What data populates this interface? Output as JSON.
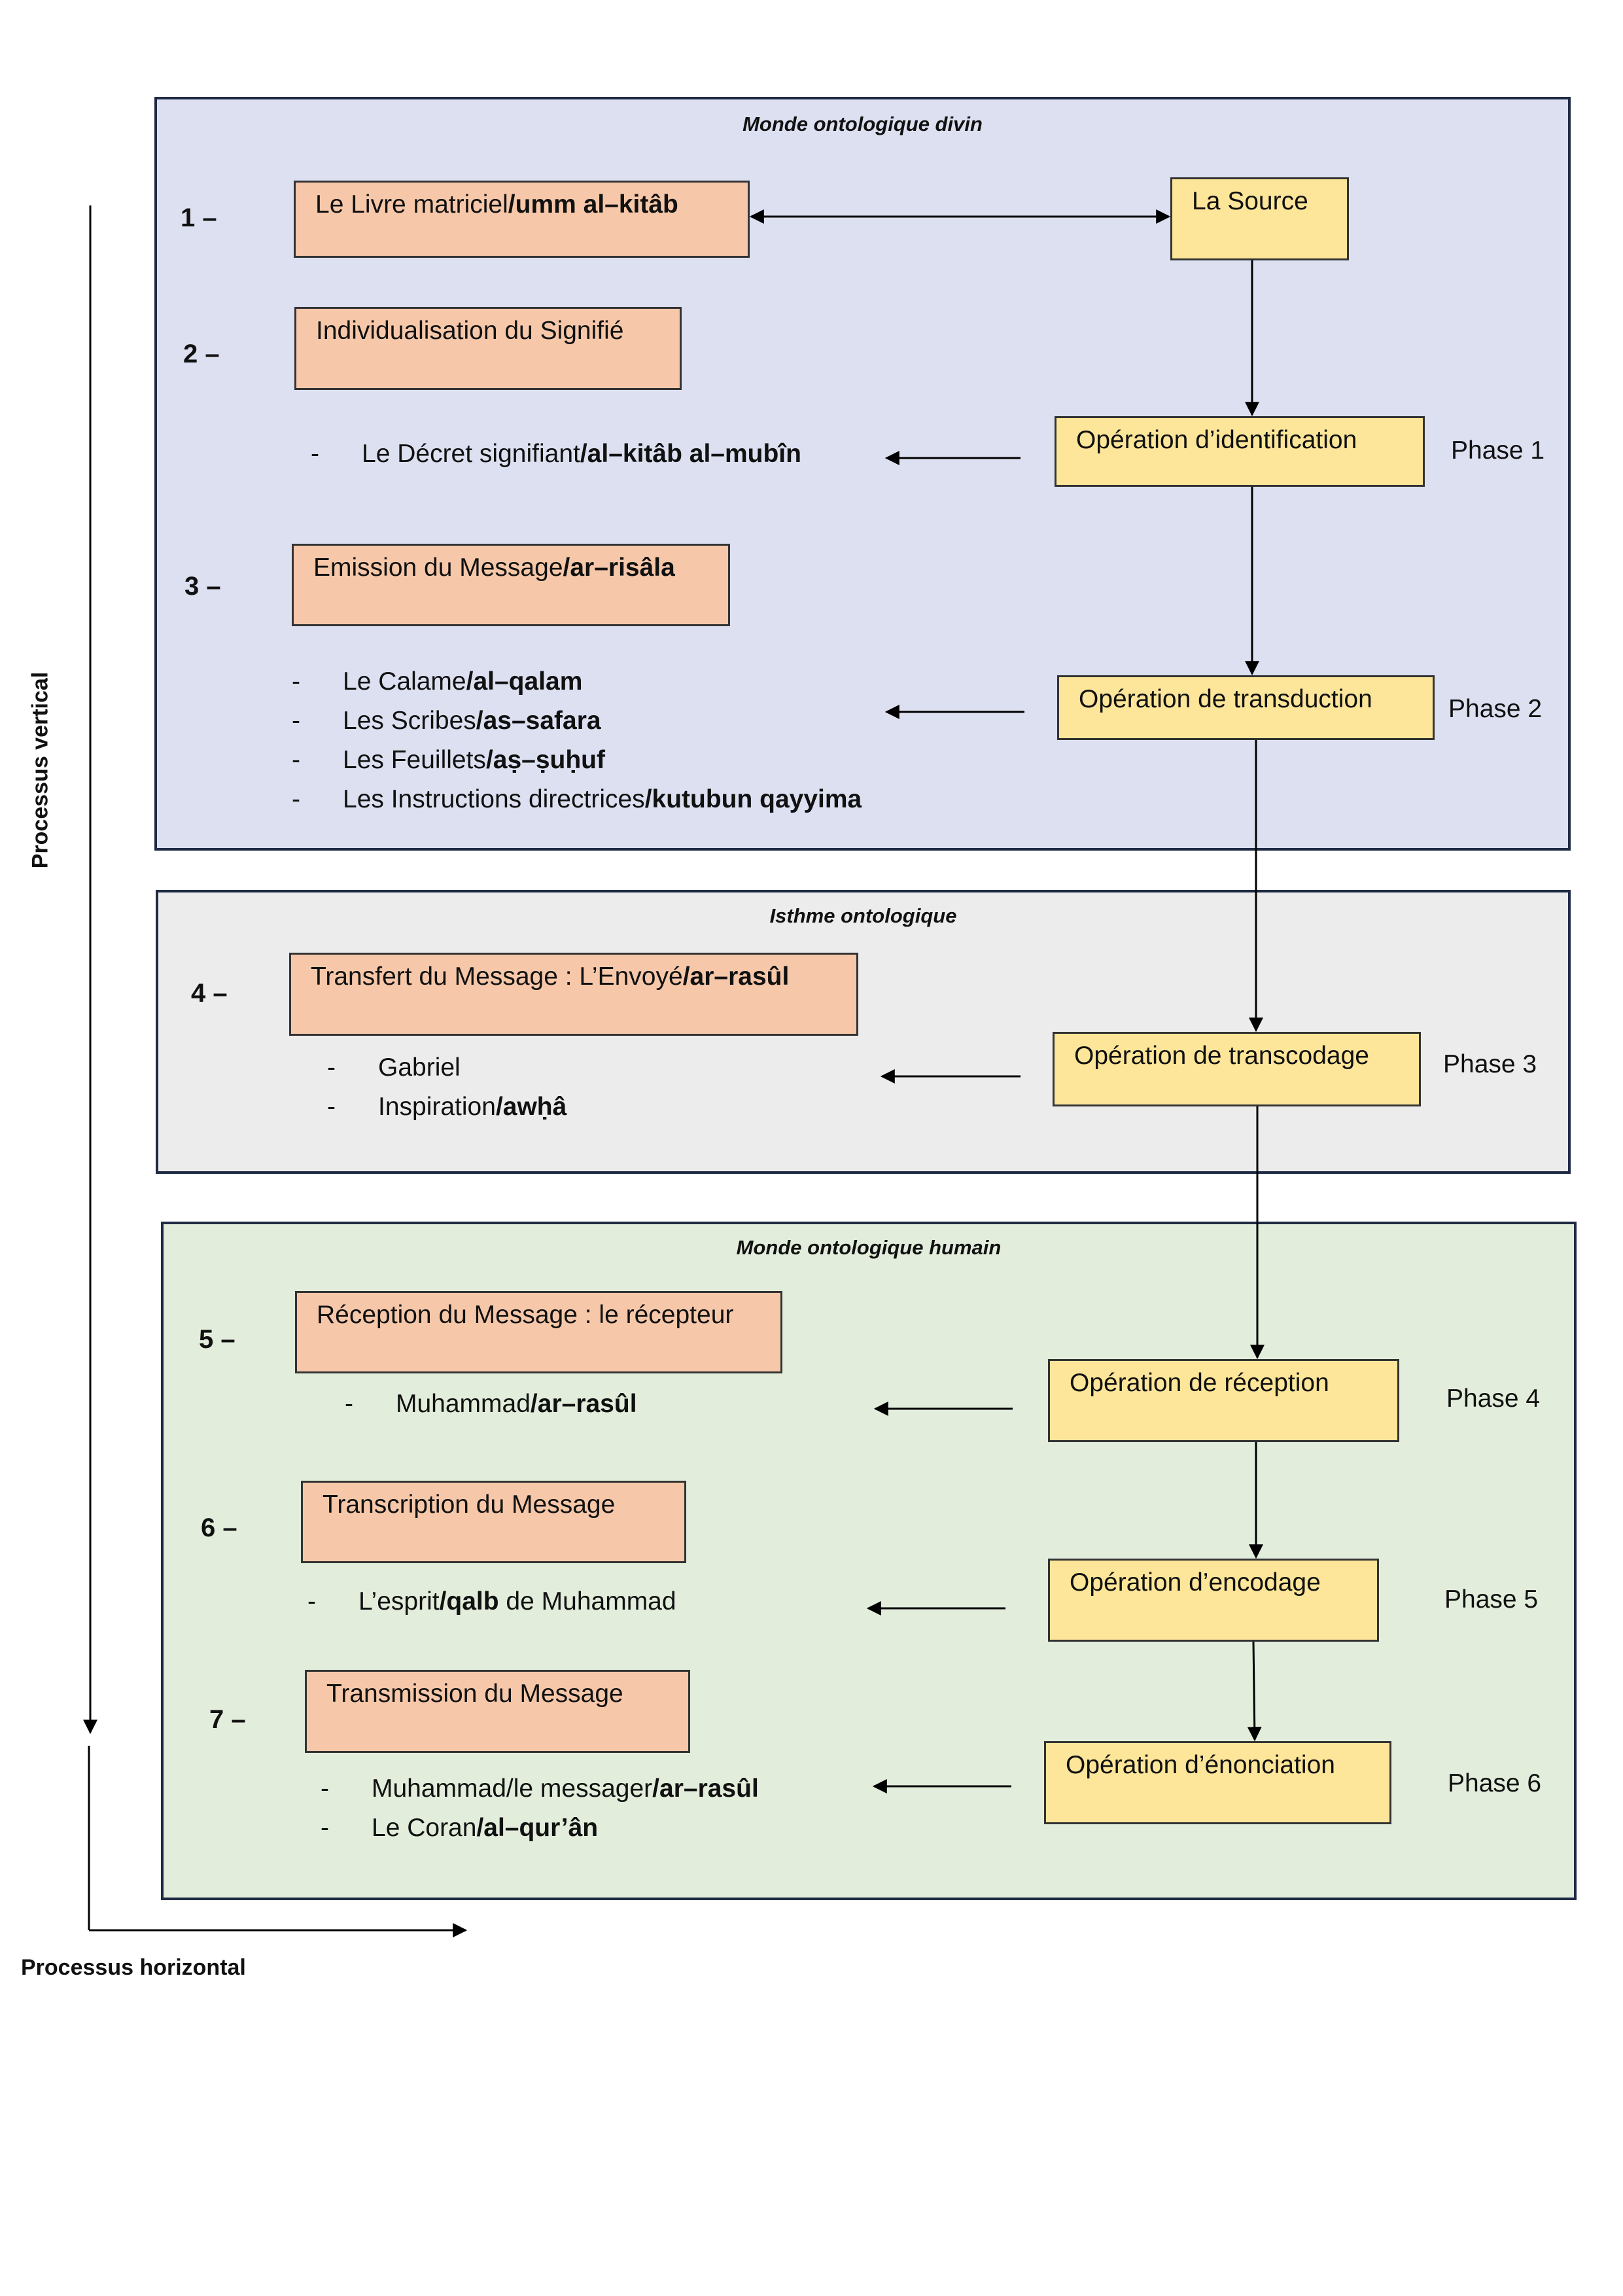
{
  "regions": {
    "divine": {
      "title": "Monde ontologique divin",
      "color": "#dce0f1"
    },
    "isthmus": {
      "title": "Isthme ontologique",
      "color": "#ececec"
    },
    "human": {
      "title": "Monde ontologique humain",
      "color": "#e2eddb"
    }
  },
  "steps": [
    {
      "num": "1 –",
      "plain": "Le Livre matriciel",
      "bold": "/umm al–kitâb",
      "items": []
    },
    {
      "num": "2 –",
      "plain": "Individualisation du Signifié",
      "bold": "",
      "items": [
        {
          "plain": "Le Décret signifiant",
          "bold": "/al–kitâb al–mubîn",
          "tail": ""
        }
      ]
    },
    {
      "num": "3 –",
      "plain": "Emission du Message",
      "bold": "/ar–risâla",
      "items": [
        {
          "plain": "Le Calame",
          "bold": "/al–qalam",
          "tail": ""
        },
        {
          "plain": "Les Scribes",
          "bold": "/as–safara",
          "tail": ""
        },
        {
          "plain": "Les Feuillets",
          "bold": "/aṣ–ṣuḥuf",
          "tail": ""
        },
        {
          "plain": "Les Instructions directrices",
          "bold": "/kutubun qayyima",
          "tail": ""
        }
      ]
    },
    {
      "num": "4 –",
      "plain": "Transfert du Message : L’Envoyé",
      "bold": "/ar–rasûl",
      "items": [
        {
          "plain": "Gabriel",
          "bold": "",
          "tail": ""
        },
        {
          "plain": "Inspiration",
          "bold": "/awḥâ",
          "tail": ""
        }
      ]
    },
    {
      "num": "5 –",
      "plain": "Réception du Message : le récepteur",
      "bold": "",
      "items": [
        {
          "plain": "Muhammad",
          "bold": "/ar–rasûl",
          "tail": ""
        }
      ]
    },
    {
      "num": "6 –",
      "plain": "Transcription du Message",
      "bold": "",
      "items": [
        {
          "plain": "L’esprit",
          "bold": "/qalb",
          "tail": " de Muhammad"
        }
      ]
    },
    {
      "num": "7 –",
      "plain": "Transmission du Message",
      "bold": "",
      "items": [
        {
          "plain": "Muhammad/le messager",
          "bold": "/ar–rasûl",
          "tail": ""
        },
        {
          "plain": "Le Coran",
          "bold": "/al–qur’ân",
          "tail": ""
        }
      ]
    }
  ],
  "source": "La Source",
  "operations": [
    {
      "label": "Opération d’identification",
      "phase": "Phase 1"
    },
    {
      "label": "Opération de transduction",
      "phase": "Phase 2"
    },
    {
      "label": "Opération de transcodage",
      "phase": "Phase 3"
    },
    {
      "label": "Opération de réception",
      "phase": "Phase 4"
    },
    {
      "label": "Opération d’encodage",
      "phase": "Phase 5"
    },
    {
      "label": "Opération d’énonciation",
      "phase": "Phase  6"
    }
  ],
  "axes": {
    "vertical": "Processus vertical",
    "horizontal": "Processus horizontal"
  },
  "colors": {
    "step_box": "#f6c8a9",
    "operation_box": "#fde699",
    "border": "#1f2a44"
  }
}
